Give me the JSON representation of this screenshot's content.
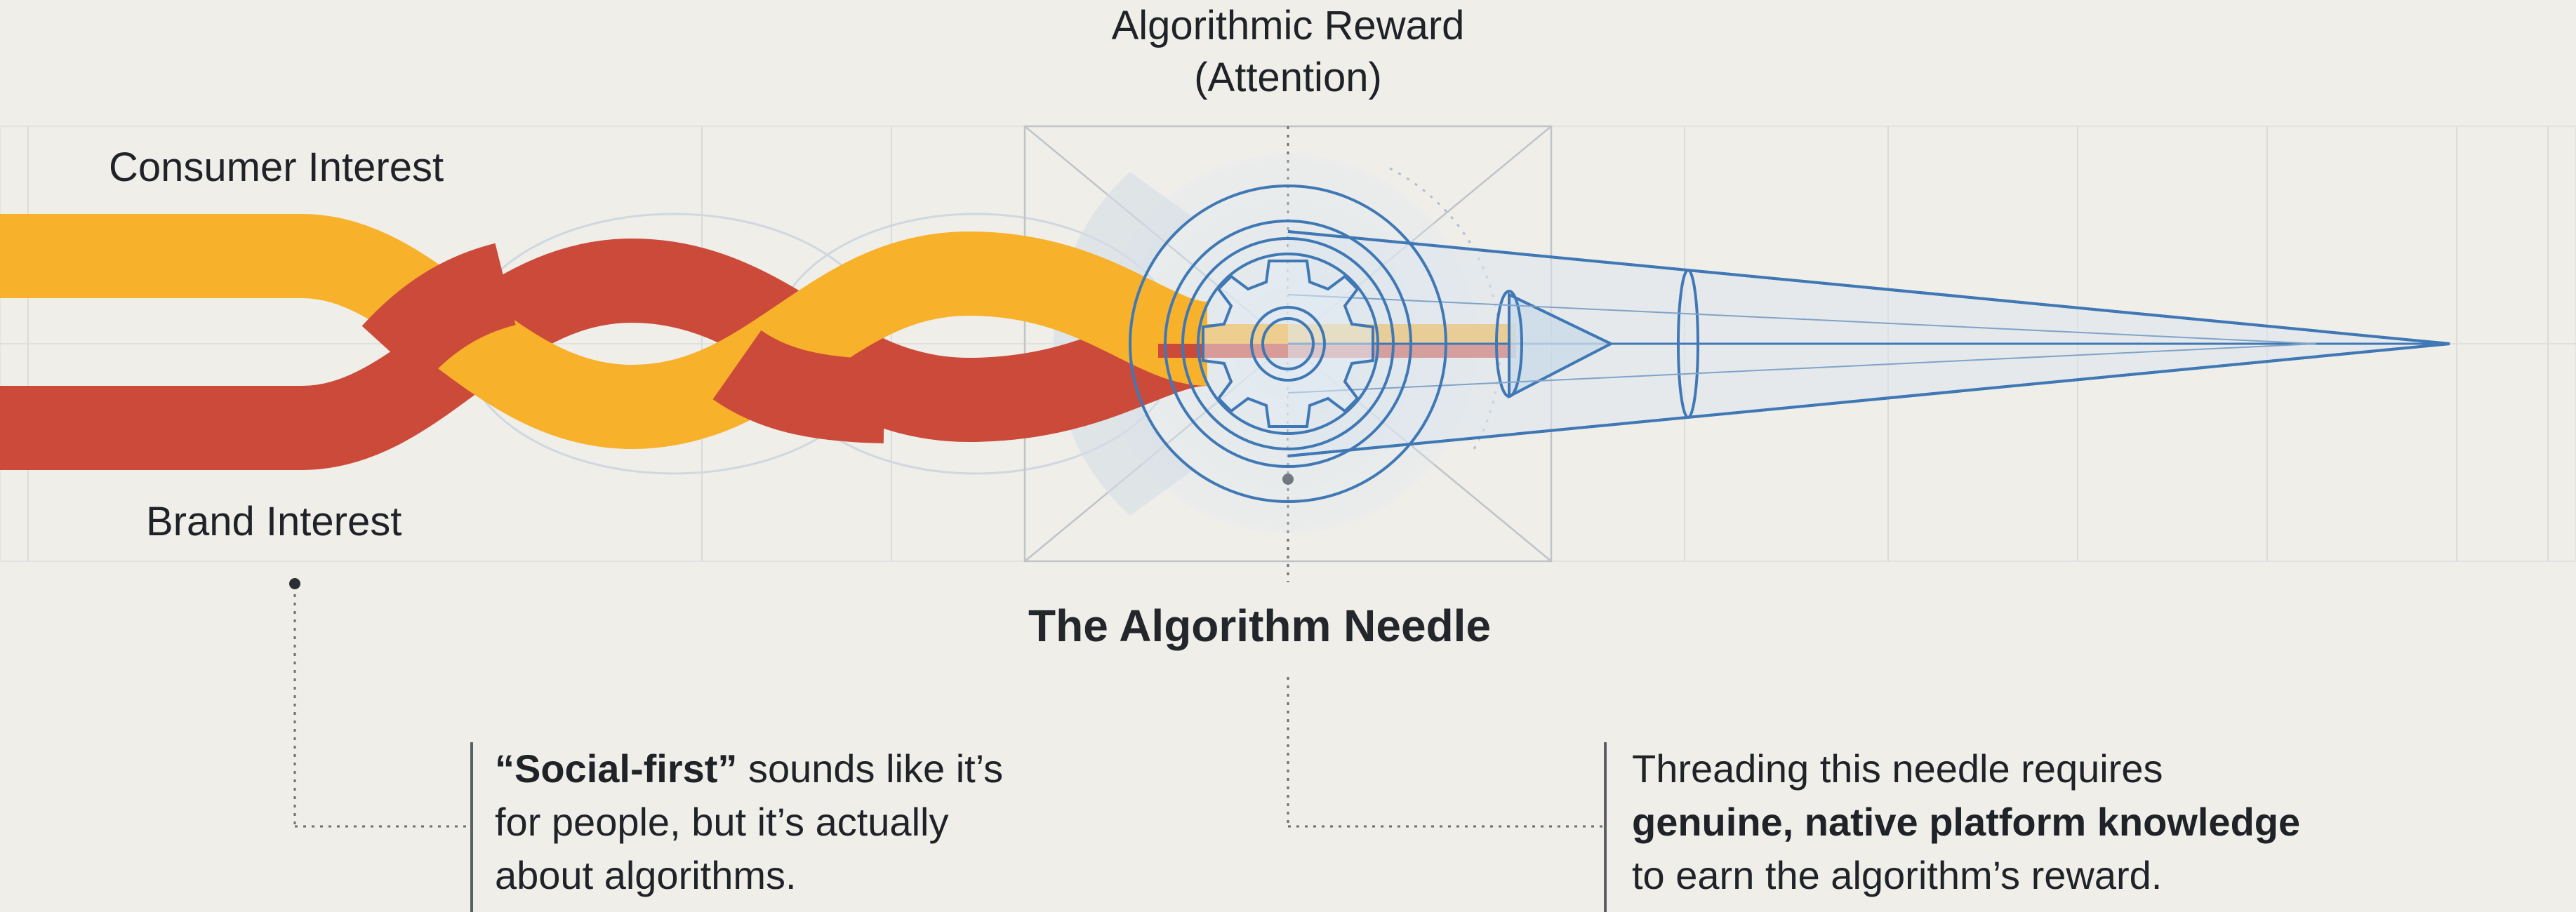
{
  "labels": {
    "reward_line1": "Algorithmic Reward",
    "reward_line2": "(Attention)",
    "consumer_interest": "Consumer Interest",
    "brand_interest": "Brand Interest",
    "needle_title": "The Algorithm Needle"
  },
  "callouts": {
    "left": {
      "line1_bold": "“Social-first”",
      "line1_rest": " sounds like it’s",
      "line2": "for people, but it’s actually",
      "line3": "about algorithms."
    },
    "right": {
      "line1": "Threading this needle requires",
      "line2_bold": "genuine, native platform knowledge",
      "line3": "to earn the algorithm’s reward."
    }
  },
  "colors": {
    "consumer_strand": "#f7b12b",
    "brand_strand": "#cc4a3a",
    "needle_blue": "#3f78b5",
    "background": "#efeee9"
  }
}
